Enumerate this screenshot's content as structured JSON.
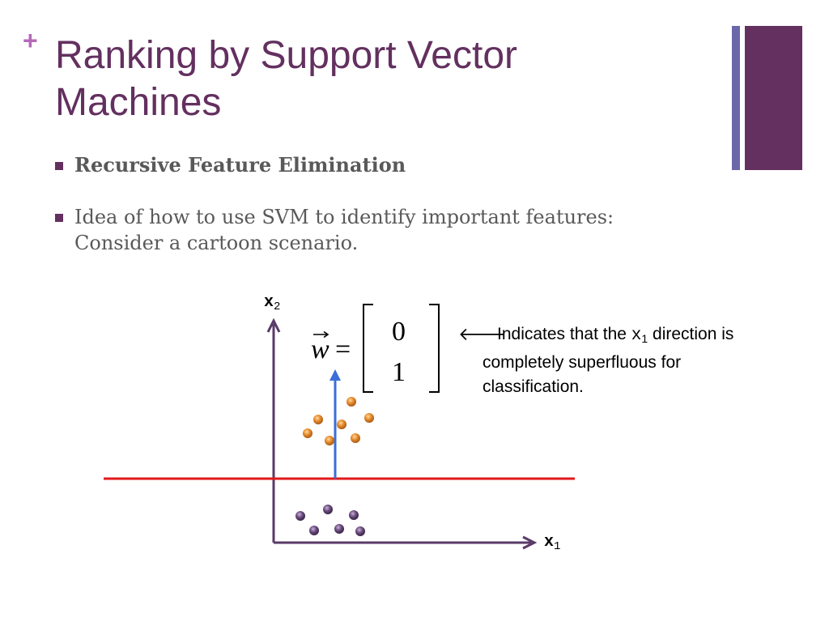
{
  "slide": {
    "plus": "+",
    "title": "Ranking by Support Vector Machines",
    "bullets": [
      {
        "text": "Recursive Feature Elimination"
      },
      {
        "text": "Idea of how to use SVM to identify important features: Consider a cartoon scenario."
      }
    ]
  },
  "diagram": {
    "x1_label": "x",
    "x1_sub": "1",
    "x2_label": "x",
    "x2_sub": "2",
    "w_symbol": "w",
    "equals": "=",
    "vector": [
      "0",
      "1"
    ]
  },
  "note": {
    "arrow": "🡐",
    "line1_pre": "Indicates that the ",
    "line1_var": "x",
    "line1_sub": "1",
    "line1_post": " direction is",
    "line2": "completely superfluous for",
    "line3": "classification."
  },
  "colors": {
    "title": "#63305f",
    "plus": "#b569b9",
    "orange_points": "#e58a2a",
    "purple_points": "#6a4a7e",
    "boundary": "#e0191b",
    "normal_vector": "#3a6fd8",
    "axes": "#5a3a68"
  }
}
